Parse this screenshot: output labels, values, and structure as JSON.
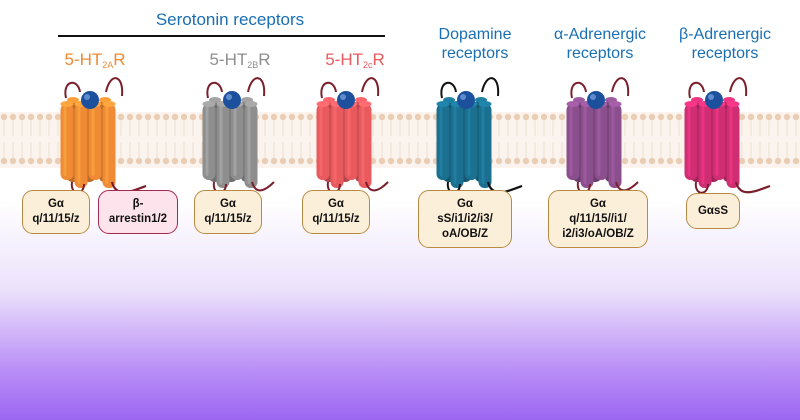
{
  "serotonin": {
    "group_title": "Serotonin receptors",
    "r1": {
      "main": "5-HT",
      "sub": "2A",
      "tail": "R",
      "box": "Gα\nq/11/15/z",
      "box2": "β-\narrestin1/2"
    },
    "r2": {
      "main": "5-HT",
      "sub": "2B",
      "tail": "R",
      "box": "Gα\nq/11/15/z"
    },
    "r3": {
      "main": "5-HT",
      "sub": "2c",
      "tail": "R",
      "box": "Gα\nq/11/15/z"
    }
  },
  "dopamine": {
    "title": "Dopamine\nreceptors",
    "box": "Gα\nsS/i1/i2/i3/\noA/OB/Z"
  },
  "alpha": {
    "title": "α-Adrenergic\nreceptors",
    "box": "Gα\nq/11/15//i1/\ni2/i3/oA/OB/Z"
  },
  "beta": {
    "title": "β-Adrenergic\nreceptors",
    "box": "GαsS"
  },
  "colors": {
    "title_blue": "#1a6fb2",
    "ht2a": "#f08a34",
    "ht2b": "#8e8e8e",
    "ht2c": "#e85a5e",
    "dopamine": "#1b6f8f",
    "alpha": "#8a4f8c",
    "beta": "#cf2e72",
    "ligand": "#1c4f9c",
    "loop": "#7a1f2c",
    "membrane": "#e9cdb5"
  },
  "icons": [
    "membrane-bilayer",
    "gpcr-receptor-icon",
    "ligand-ball-icon"
  ]
}
